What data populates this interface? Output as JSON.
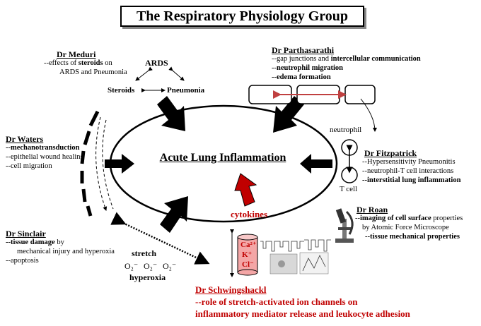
{
  "title": "The Respiratory Physiology Group",
  "center": "Acute Lung Inflammation",
  "cytokines": "cytokines",
  "meduri": {
    "name": "Dr Meduri",
    "line1_pre": "--effects of ",
    "line1_bold": "steroids",
    "line1_post": " on",
    "line2": "ARDS and Pneumonia",
    "ards": "ARDS",
    "steroids": "Steroids",
    "pneumonia": "Pneumonia"
  },
  "parthasarathi": {
    "name": "Dr Parthasarathi",
    "line1_pre": "--gap junctions and ",
    "line1_bold": "intercellular communication",
    "line2": "--neutrophil migration",
    "line3": "--edema formation"
  },
  "waters": {
    "name": "Dr Waters",
    "line1": "--mechanotransduction",
    "line2": "--epithelial wound healing",
    "line3": "--cell migration"
  },
  "fitzpatrick": {
    "name": "Dr Fitzpatrick",
    "neutrophil": "neutrophil",
    "tcell": "T cell",
    "line1": "--Hypersensitivity Pneumonitis",
    "line2": "--neutrophil-T cell interactions",
    "line3": "--interstitial lung inflammation"
  },
  "roan": {
    "name": "Dr Roan",
    "line1_pre": "--",
    "line1_bold": "imaging of cell surface",
    "line1_post": " properties",
    "line2": "by Atomic Force Microscope",
    "line3": "--tissue mechanical properties"
  },
  "sinclair": {
    "name": "Dr Sinclair",
    "line1_bold": "--tissue damage",
    "line1_post": " by",
    "line2": "mechanical injury and hyperoxia",
    "line3": "--apoptosis"
  },
  "stretch": "stretch",
  "o2": [
    "O₂⁻",
    "O₂⁻",
    "O₂⁻"
  ],
  "hyperoxia": "hyperoxia",
  "ions": [
    "Ca²⁺",
    "K⁺",
    "Cl⁻"
  ],
  "schwingshackl": {
    "name": "Dr Schwingshackl",
    "line1": "--role of stretch-activated ion channels on",
    "line2": "inflammatory mediator release and leukocyte adhesion"
  },
  "colors": {
    "accent_red": "#c00000",
    "cylinder_pink": "#f4a6a6",
    "black": "#000000"
  }
}
